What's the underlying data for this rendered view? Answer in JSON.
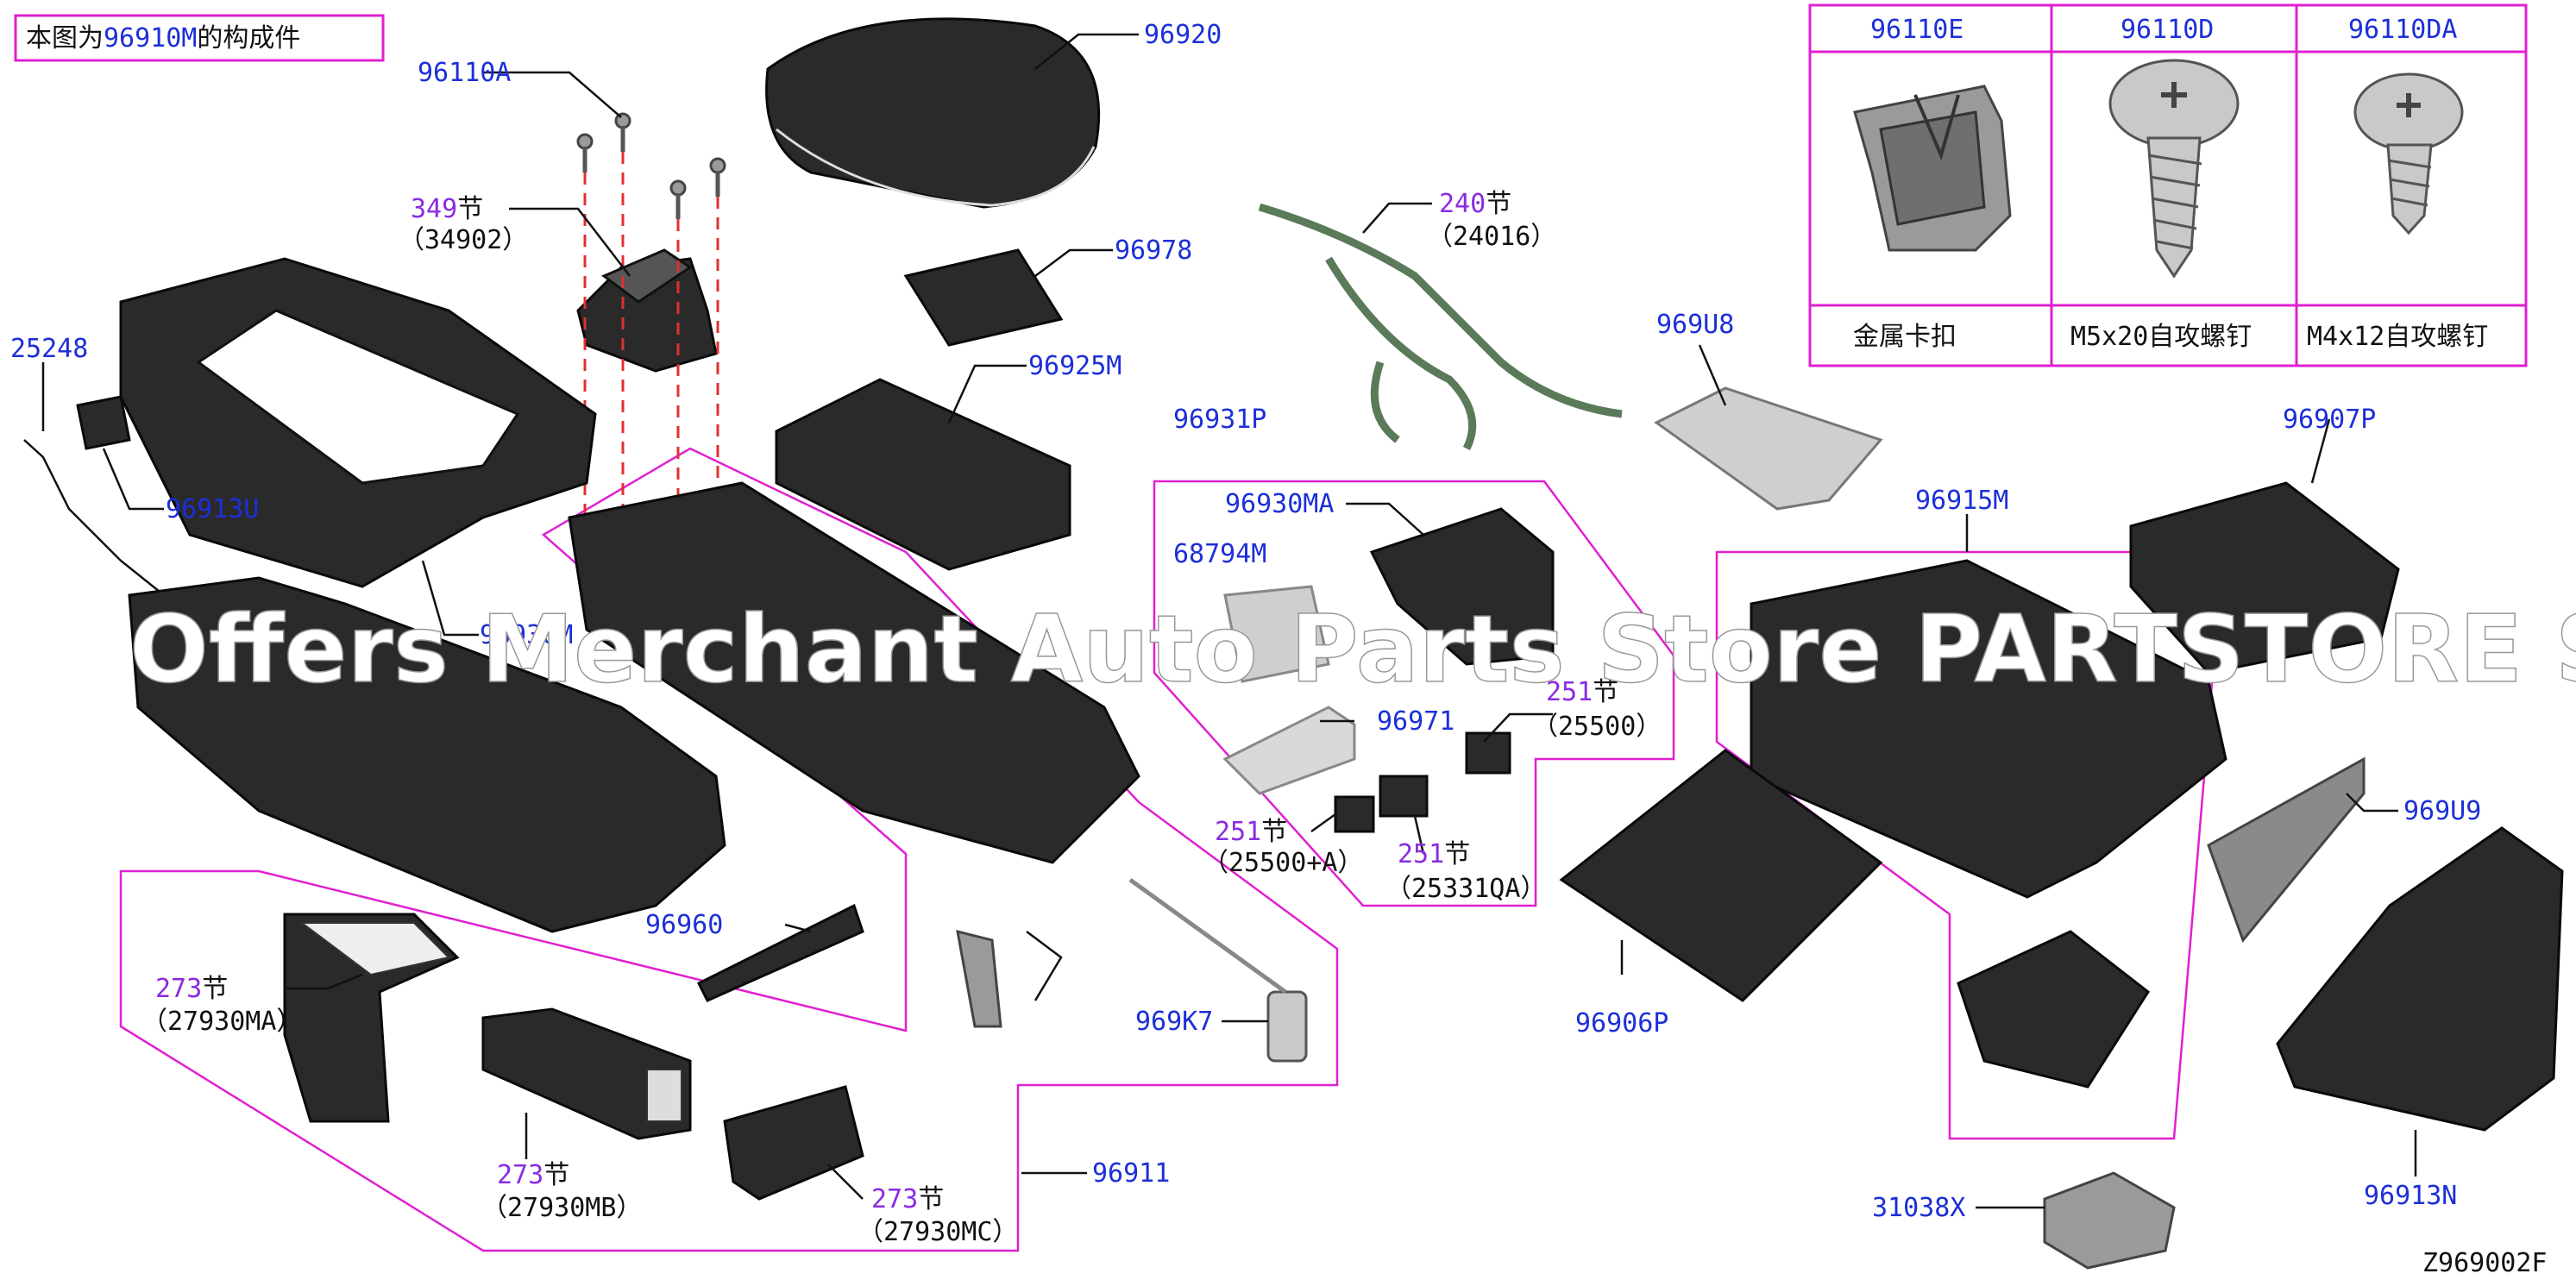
{
  "header_note": {
    "prefix": "本图为",
    "code": "96910M",
    "suffix": "的构成件"
  },
  "diagram_code": "Z969002F",
  "watermark": "Offers Merchant Auto Parts Store PARTSTORE S",
  "table": {
    "headers": [
      "96110E",
      "96110D",
      "96110DA"
    ],
    "captions": [
      "金属卡扣",
      "M5x20自攻螺钉",
      "M4x12自攻螺钉"
    ]
  },
  "labels": {
    "p96110A": "96110A",
    "p96920": "96920",
    "p349": "349",
    "jie": "节",
    "p34902": "（34902）",
    "p96978": "96978",
    "p96925M": "96925M",
    "p240": "240",
    "p24016": "（24016）",
    "p969U8": "969U8",
    "p25248": "25248",
    "p96913U": "96913U",
    "p96930M": "96930M",
    "p96931P": "96931P",
    "p96930MA": "96930MA",
    "p68794M": "68794M",
    "p96907P": "96907P",
    "p96915M": "96915M",
    "p96971": "96971",
    "p251": "251",
    "p25500": "（25500）",
    "p25500A": "（25500+A）",
    "p25331QA": "（25331QA）",
    "p969U9": "969U9",
    "p96960": "96960",
    "p273": "273",
    "p27930MA": "（27930MA）",
    "p27930MB": "（27930MB）",
    "p27930MC": "（27930MC）",
    "p969K7": "969K7",
    "p96911": "96911",
    "p96906P": "96906P",
    "p31038X": "31038X",
    "p96913N": "96913N"
  },
  "colors": {
    "label_blue": "#1c2fd8",
    "label_purple": "#8a2be2",
    "outline_magenta": "#e020d0",
    "dash_red": "#e03030"
  }
}
